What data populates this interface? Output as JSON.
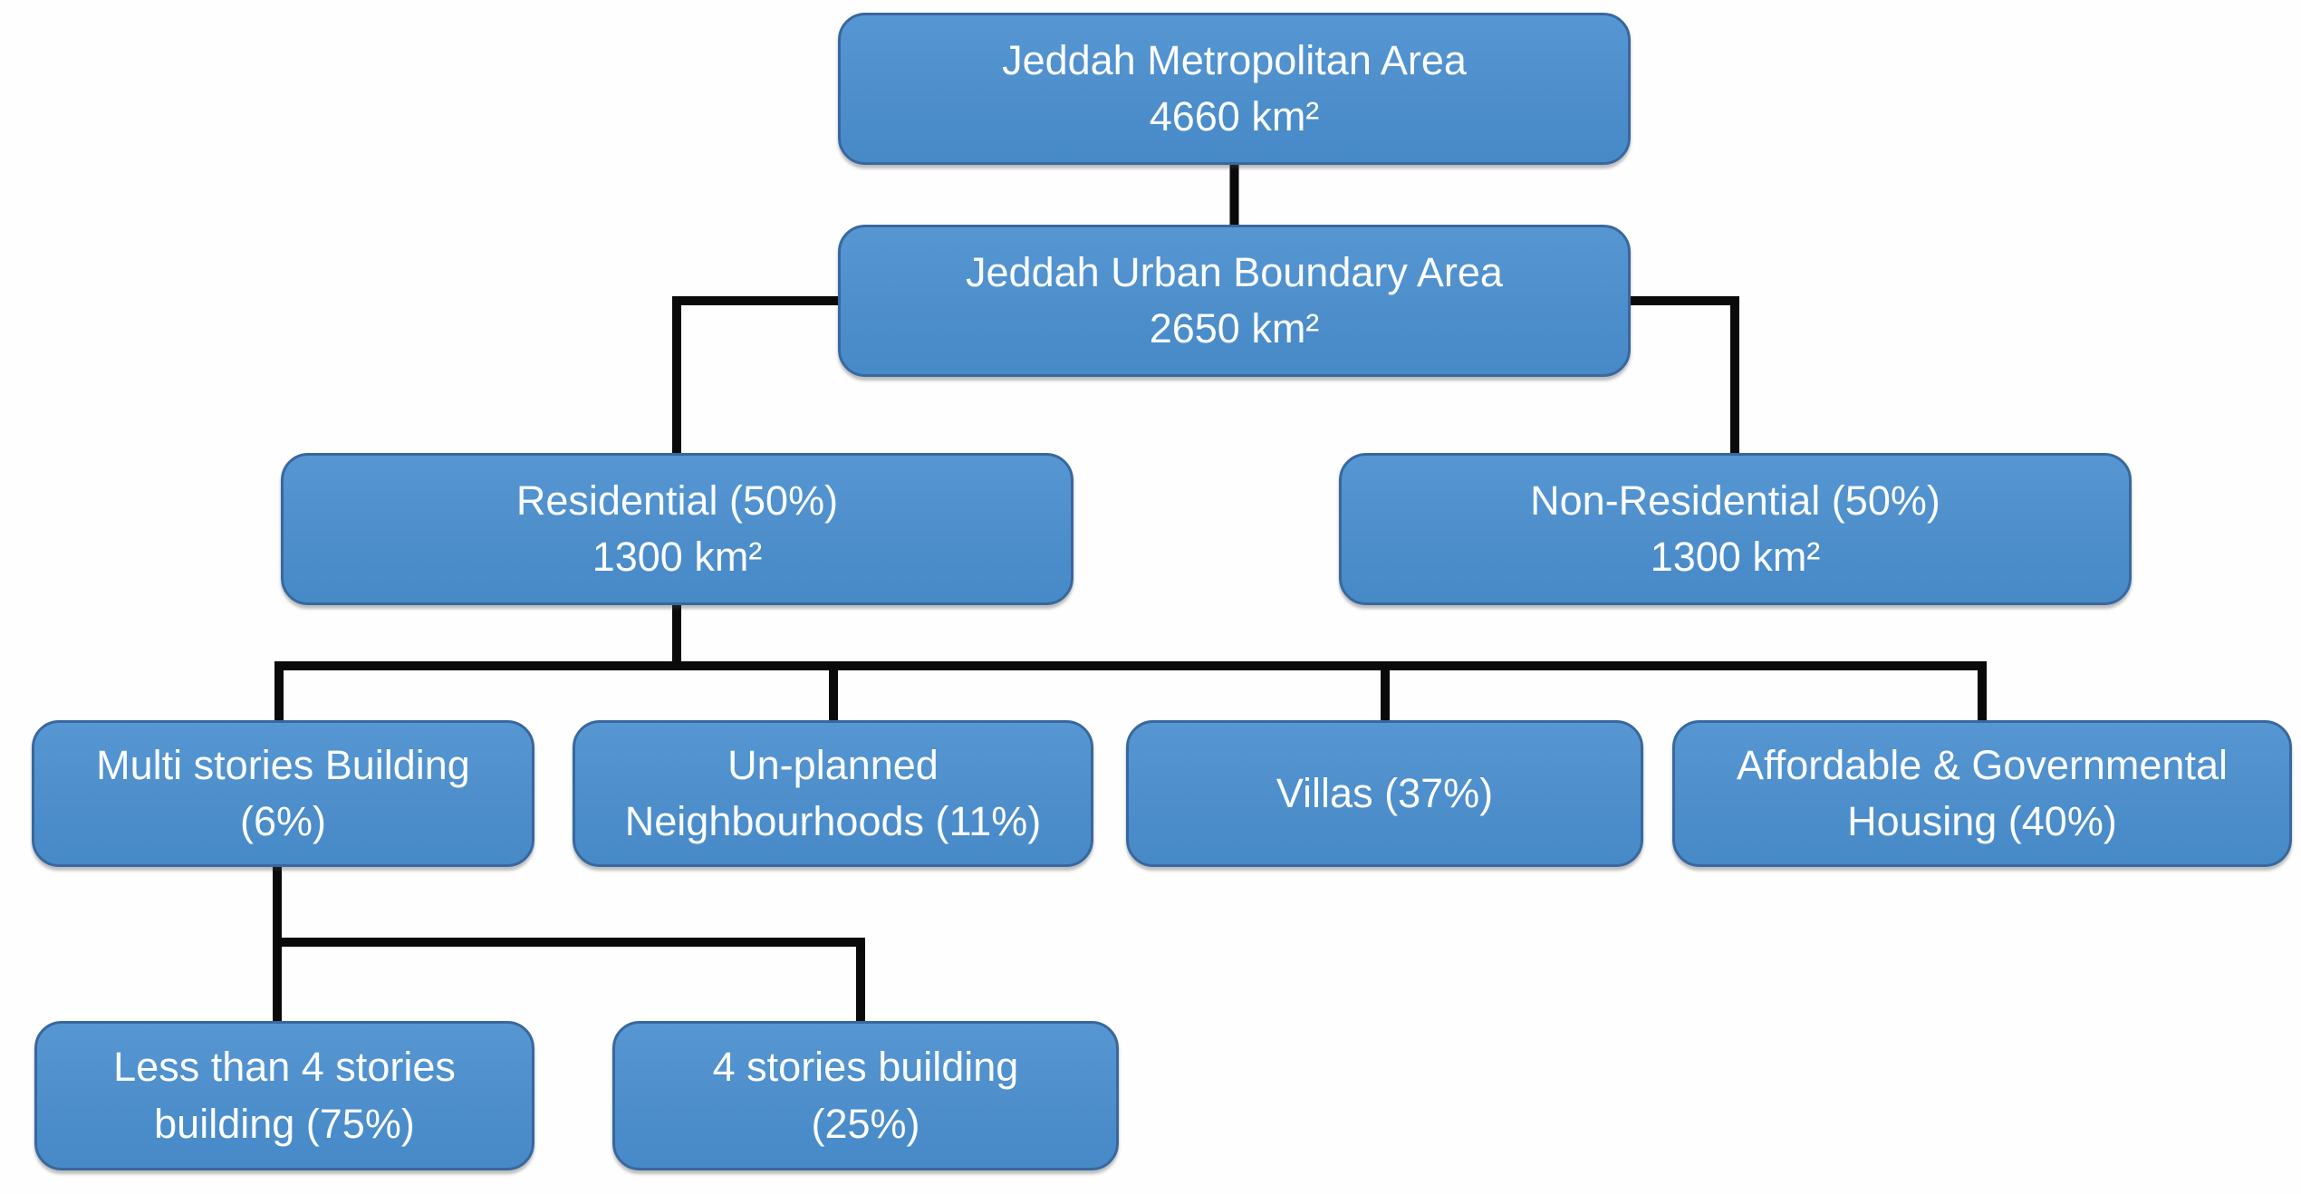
{
  "title": "Jeddah land area hierarchy flowchart",
  "colors": {
    "node_fill": "#4d8ecb",
    "node_border": "#38689e",
    "node_text": "#fbfdff",
    "connector": "#0a0a0a",
    "background": "#fefefe"
  },
  "nodes": {
    "metropolitan": {
      "line1": "Jeddah Metropolitan Area",
      "line2": "4660 km²"
    },
    "urban_boundary": {
      "line1": "Jeddah Urban Boundary Area",
      "line2": "2650 km²"
    },
    "residential": {
      "line1": "Residential (50%)",
      "line2": "1300 km²"
    },
    "non_residential": {
      "line1": "Non-Residential (50%)",
      "line2": "1300 km²"
    },
    "multi_stories": {
      "line1": "Multi stories Building",
      "line2": "(6%)"
    },
    "unplanned": {
      "line1": "Un-planned",
      "line2": "Neighbourhoods (11%)"
    },
    "villas": {
      "line1": "Villas (37%)"
    },
    "affordable": {
      "line1": "Affordable & Governmental",
      "line2": "Housing (40%)"
    },
    "less_than_4": {
      "line1": "Less than 4 stories",
      "line2": "building (75%)"
    },
    "four_stories": {
      "line1": "4 stories building",
      "line2": "(25%)"
    }
  },
  "edges": [
    {
      "from": "metropolitan",
      "to": "urban_boundary"
    },
    {
      "from": "urban_boundary",
      "to": "residential"
    },
    {
      "from": "urban_boundary",
      "to": "non_residential"
    },
    {
      "from": "residential",
      "to": "multi_stories"
    },
    {
      "from": "residential",
      "to": "unplanned"
    },
    {
      "from": "residential",
      "to": "villas"
    },
    {
      "from": "residential",
      "to": "affordable"
    },
    {
      "from": "multi_stories",
      "to": "less_than_4"
    },
    {
      "from": "multi_stories",
      "to": "four_stories"
    }
  ]
}
